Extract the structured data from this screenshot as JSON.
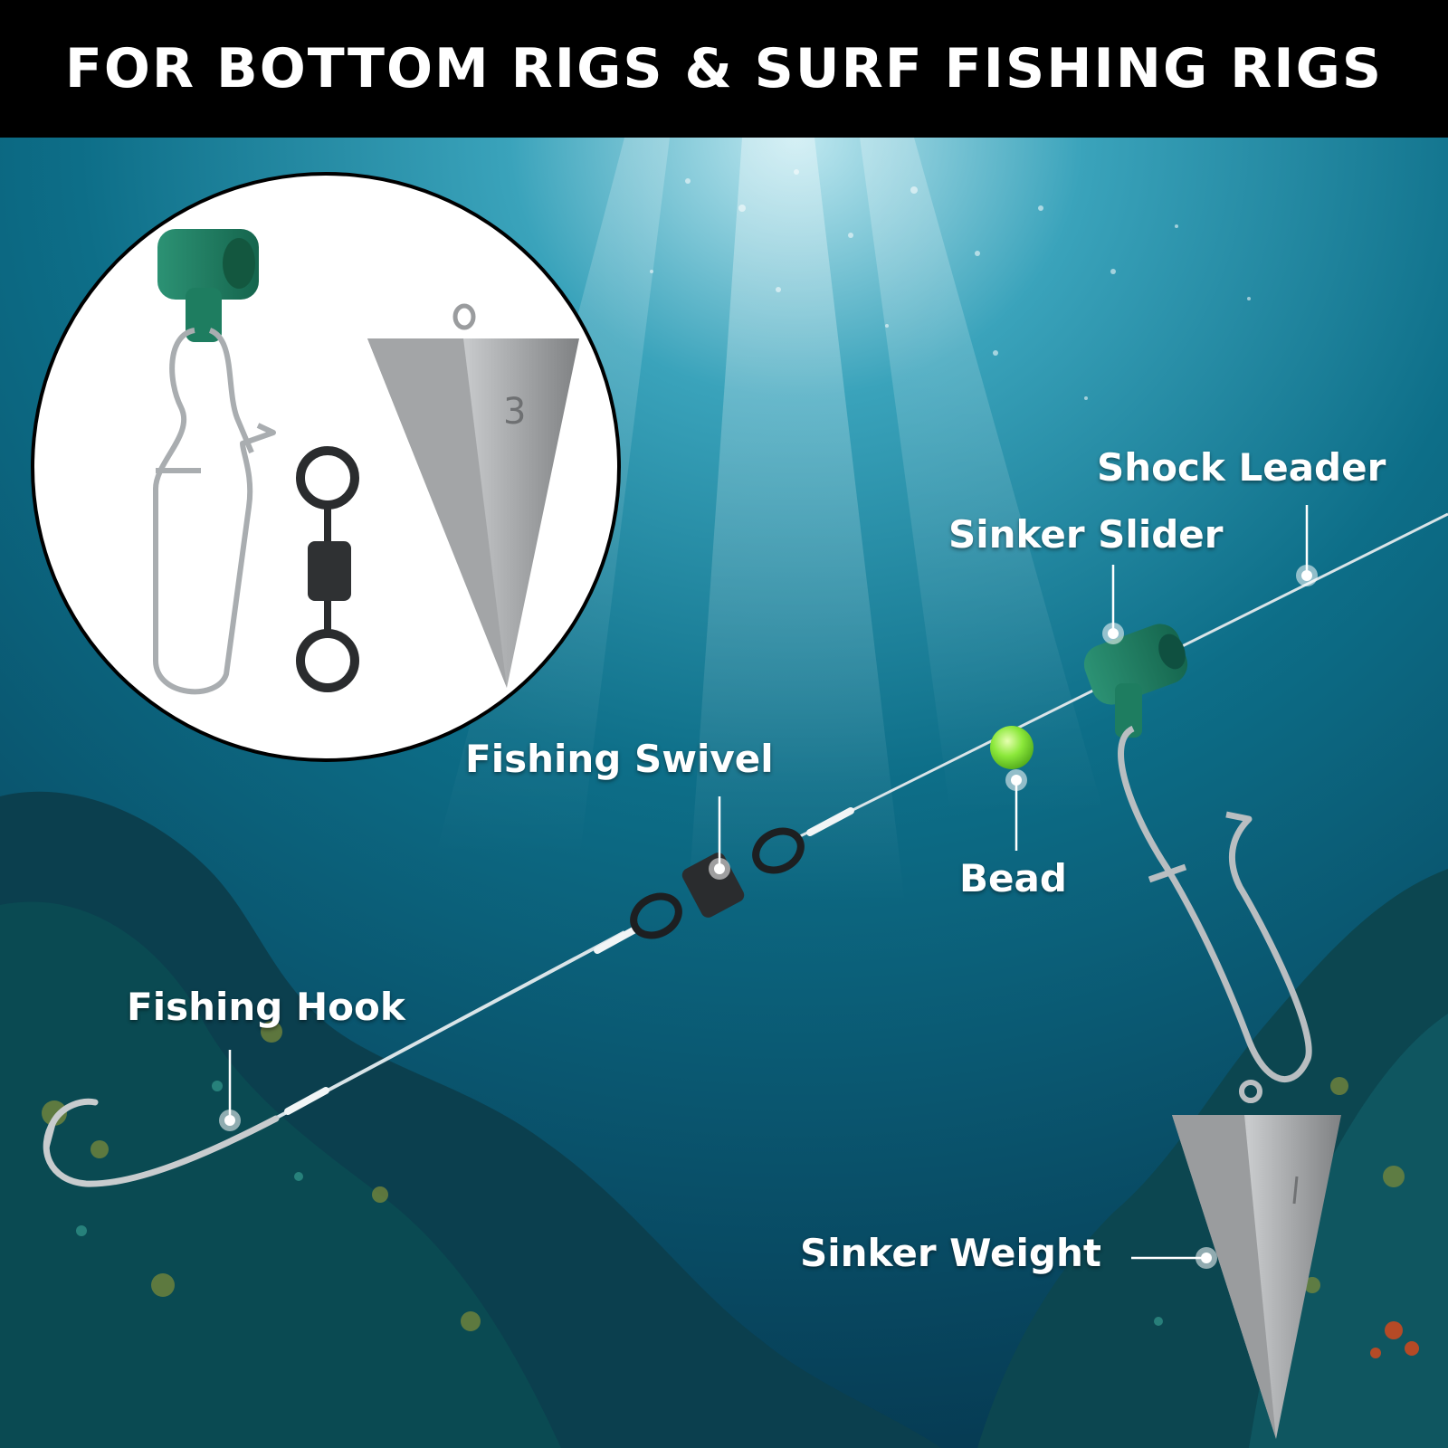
{
  "banner": {
    "title": "FOR BOTTOM RIGS & SURF FISHING RIGS"
  },
  "inset": {
    "sinker_mark": "3"
  },
  "labels": {
    "shock_leader": "Shock Leader",
    "sinker_slider": "Sinker Slider",
    "fishing_swivel": "Fishing Swivel",
    "bead": "Bead",
    "fishing_hook": "Fishing Hook",
    "sinker_weight": "Sinker Weight"
  },
  "colors": {
    "banner_bg": "#000000",
    "banner_text": "#ffffff",
    "water": "#0b5a72",
    "slider_green": "#1e7d60",
    "bead_green": "#8be83a",
    "lead_gray": "#a6a8aa"
  }
}
